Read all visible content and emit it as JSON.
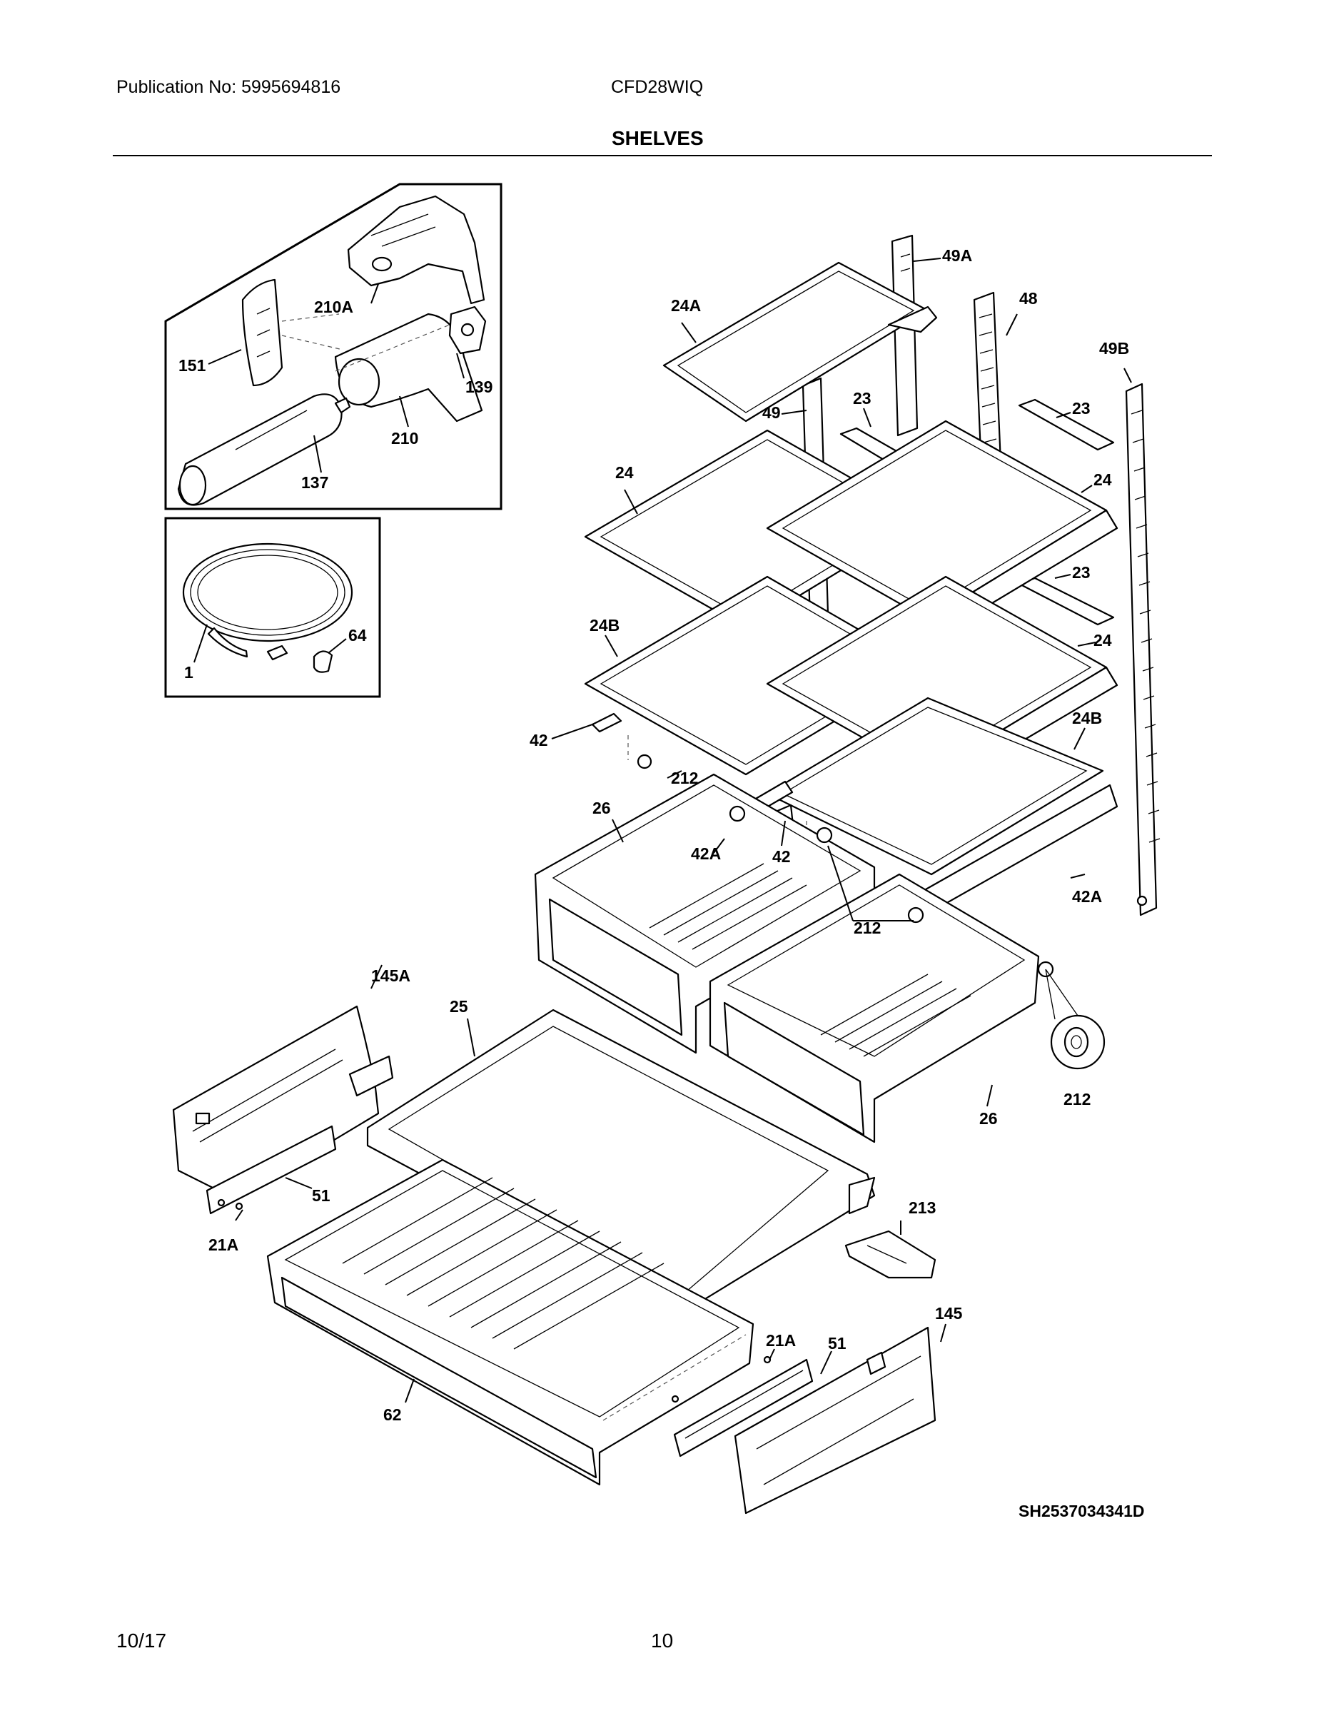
{
  "header": {
    "publication": "Publication No:  5995694816",
    "model": "CFD28WIQ",
    "section_title": "SHELVES"
  },
  "footer": {
    "date": "10/17",
    "page_number": "10"
  },
  "drawing_code": "SH2537034341D",
  "part_labels": {
    "p210A": "210A",
    "p151": "151",
    "p139": "139",
    "p210": "210",
    "p137": "137",
    "p1": "1",
    "p64": "64",
    "p49A": "49A",
    "p24A": "24A",
    "p48": "48",
    "p49B": "49B",
    "p49": "49",
    "p23a": "23",
    "p23b": "23",
    "p24a": "24",
    "p24b": "24",
    "p23c": "23",
    "p24B_a": "24B",
    "p24c": "24",
    "p42a": "42",
    "p24B_b": "24B",
    "p212a": "212",
    "p26a": "26",
    "p42A_a": "42A",
    "p42b": "42",
    "p212b": "212",
    "p42A_b": "42A",
    "p145A": "145A",
    "p25": "25",
    "p212c": "212",
    "p26b": "26",
    "p51a": "51",
    "p21A_a": "21A",
    "p213": "213",
    "p145": "145",
    "p21A_b": "21A",
    "p51b": "51",
    "p62": "62"
  }
}
